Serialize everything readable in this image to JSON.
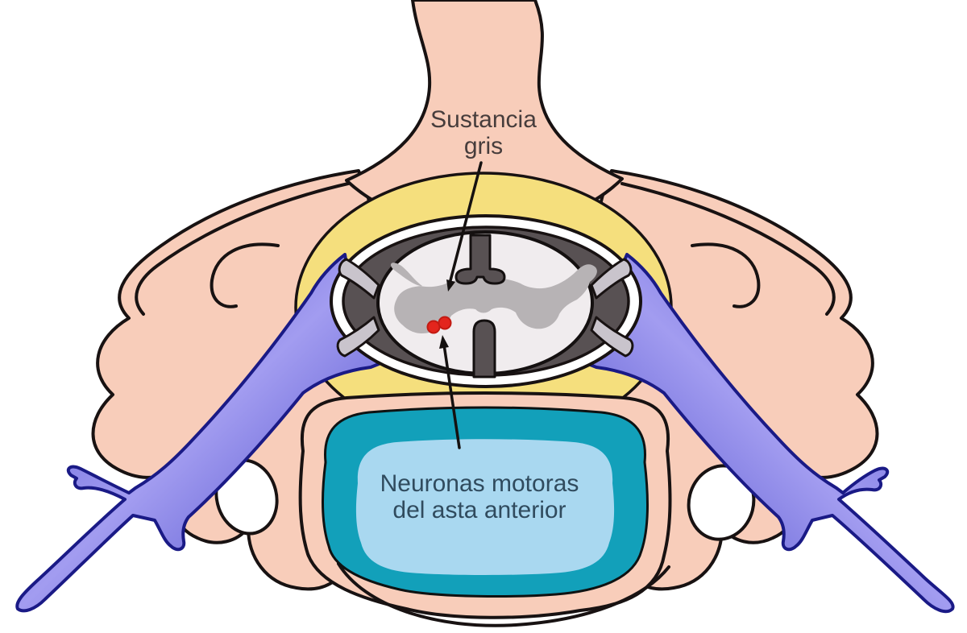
{
  "diagram": {
    "gray_matter_label": {
      "line1": "Sustancia",
      "line2": "gris"
    },
    "motor_neurons_label": {
      "line1": "Neuronas motoras",
      "line2": "del asta anterior"
    }
  },
  "colors": {
    "background": "#FFFFFF",
    "bone_pink": "#F8CDBA",
    "ligament_yellow": "#F5DF7D",
    "dura_white": "#FFFFFF",
    "subarachnoid_dark": "#585153",
    "rootlet_gray": "#C9C4CC",
    "cord_white": "#F0ECEE",
    "gray_matter": "#B7B3B5",
    "motor_neuron_red": "#E3251D",
    "motor_neuron_red_edge": "#C21A12",
    "nerve_blue_dark": "#4B4AD0",
    "nerve_blue_light": "#A29CF0",
    "nerve_outline": "#1A1A86",
    "disc_teal": "#12A0BA",
    "disc_light_blue": "#A9D8F0",
    "outline_black": "#181212",
    "pointer_line": "#151110",
    "gray_label_color": "#473D3C",
    "blue_label_color": "#304B5E"
  }
}
